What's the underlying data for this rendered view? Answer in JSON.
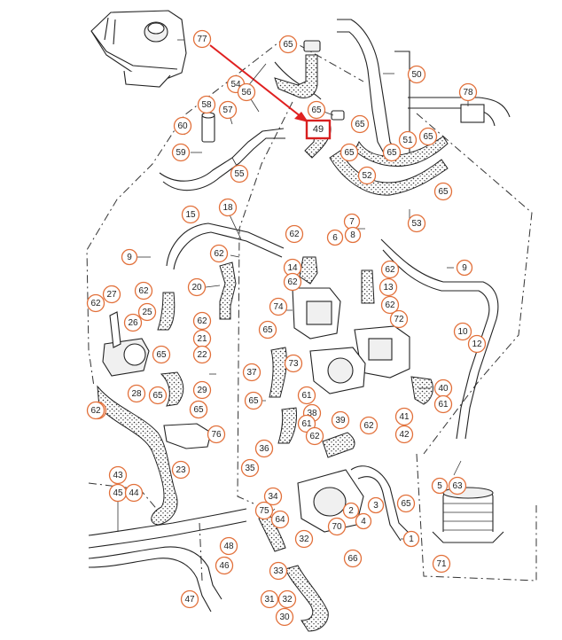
{
  "highlighted_part": "49",
  "colors": {
    "bubble_outline": "#e2703a",
    "highlight": "#d81f1f",
    "line": "#222222"
  },
  "callouts": [
    {
      "id": "c77",
      "label": "77"
    },
    {
      "id": "c65a",
      "label": "65"
    },
    {
      "id": "c50",
      "label": "50"
    },
    {
      "id": "c54",
      "label": "54"
    },
    {
      "id": "c56",
      "label": "56"
    },
    {
      "id": "c65b",
      "label": "65"
    },
    {
      "id": "c78",
      "label": "78"
    },
    {
      "id": "c58",
      "label": "58"
    },
    {
      "id": "c57",
      "label": "57"
    },
    {
      "id": "c65c",
      "label": "65"
    },
    {
      "id": "c65d",
      "label": "65"
    },
    {
      "id": "c60",
      "label": "60"
    },
    {
      "id": "c51",
      "label": "51"
    },
    {
      "id": "c65e",
      "label": "65"
    },
    {
      "id": "c59",
      "label": "59"
    },
    {
      "id": "c65f",
      "label": "65"
    },
    {
      "id": "c55",
      "label": "55"
    },
    {
      "id": "c52",
      "label": "52"
    },
    {
      "id": "c65g",
      "label": "65"
    },
    {
      "id": "c18",
      "label": "18"
    },
    {
      "id": "c15",
      "label": "15"
    },
    {
      "id": "c7",
      "label": "7"
    },
    {
      "id": "c53",
      "label": "53"
    },
    {
      "id": "c6",
      "label": "6"
    },
    {
      "id": "c8",
      "label": "8"
    },
    {
      "id": "c62a",
      "label": "62"
    },
    {
      "id": "c9a",
      "label": "9"
    },
    {
      "id": "c62b",
      "label": "62"
    },
    {
      "id": "c14",
      "label": "14"
    },
    {
      "id": "c62c",
      "label": "62"
    },
    {
      "id": "c9b",
      "label": "9"
    },
    {
      "id": "c20",
      "label": "20"
    },
    {
      "id": "c62d",
      "label": "62"
    },
    {
      "id": "c13",
      "label": "13"
    },
    {
      "id": "c27",
      "label": "27"
    },
    {
      "id": "c62e",
      "label": "62"
    },
    {
      "id": "c62f",
      "label": "62"
    },
    {
      "id": "c74",
      "label": "74"
    },
    {
      "id": "c25",
      "label": "25"
    },
    {
      "id": "c62g",
      "label": "62"
    },
    {
      "id": "c26",
      "label": "26"
    },
    {
      "id": "c62h",
      "label": "62"
    },
    {
      "id": "c72",
      "label": "72"
    },
    {
      "id": "c21",
      "label": "21"
    },
    {
      "id": "c65h",
      "label": "65"
    },
    {
      "id": "c10",
      "label": "10"
    },
    {
      "id": "c12",
      "label": "12"
    },
    {
      "id": "c65i",
      "label": "65"
    },
    {
      "id": "c22",
      "label": "22"
    },
    {
      "id": "c73",
      "label": "73"
    },
    {
      "id": "c37",
      "label": "37"
    },
    {
      "id": "c29",
      "label": "29"
    },
    {
      "id": "c28",
      "label": "28"
    },
    {
      "id": "c65j",
      "label": "65"
    },
    {
      "id": "c61a",
      "label": "61"
    },
    {
      "id": "c61b",
      "label": "61"
    },
    {
      "id": "c40",
      "label": "40"
    },
    {
      "id": "c65k",
      "label": "65"
    },
    {
      "id": "c65l",
      "label": "65"
    },
    {
      "id": "c62i",
      "label": "62"
    },
    {
      "id": "c38",
      "label": "38"
    },
    {
      "id": "c61c",
      "label": "61"
    },
    {
      "id": "c61d",
      "label": "61"
    },
    {
      "id": "c41",
      "label": "41"
    },
    {
      "id": "c39",
      "label": "39"
    },
    {
      "id": "c62j",
      "label": "62"
    },
    {
      "id": "c76",
      "label": "76"
    },
    {
      "id": "c62k",
      "label": "62"
    },
    {
      "id": "c42",
      "label": "42"
    },
    {
      "id": "c62l",
      "label": "62"
    },
    {
      "id": "c36",
      "label": "36"
    },
    {
      "id": "c23",
      "label": "23"
    },
    {
      "id": "c35",
      "label": "35"
    },
    {
      "id": "c43",
      "label": "43"
    },
    {
      "id": "c5",
      "label": "5"
    },
    {
      "id": "c63",
      "label": "63"
    },
    {
      "id": "c45",
      "label": "45"
    },
    {
      "id": "c44",
      "label": "44"
    },
    {
      "id": "c34",
      "label": "34"
    },
    {
      "id": "c2",
      "label": "2"
    },
    {
      "id": "c65m",
      "label": "65"
    },
    {
      "id": "c3",
      "label": "3"
    },
    {
      "id": "c75",
      "label": "75"
    },
    {
      "id": "c4",
      "label": "4"
    },
    {
      "id": "c64",
      "label": "64"
    },
    {
      "id": "c70",
      "label": "70"
    },
    {
      "id": "c48",
      "label": "48"
    },
    {
      "id": "c32a",
      "label": "32"
    },
    {
      "id": "c1",
      "label": "1"
    },
    {
      "id": "c66",
      "label": "66"
    },
    {
      "id": "c71",
      "label": "71"
    },
    {
      "id": "c46",
      "label": "46"
    },
    {
      "id": "c33",
      "label": "33"
    },
    {
      "id": "c47",
      "label": "47"
    },
    {
      "id": "c31",
      "label": "31"
    },
    {
      "id": "c32b",
      "label": "32"
    },
    {
      "id": "c30",
      "label": "30"
    }
  ]
}
